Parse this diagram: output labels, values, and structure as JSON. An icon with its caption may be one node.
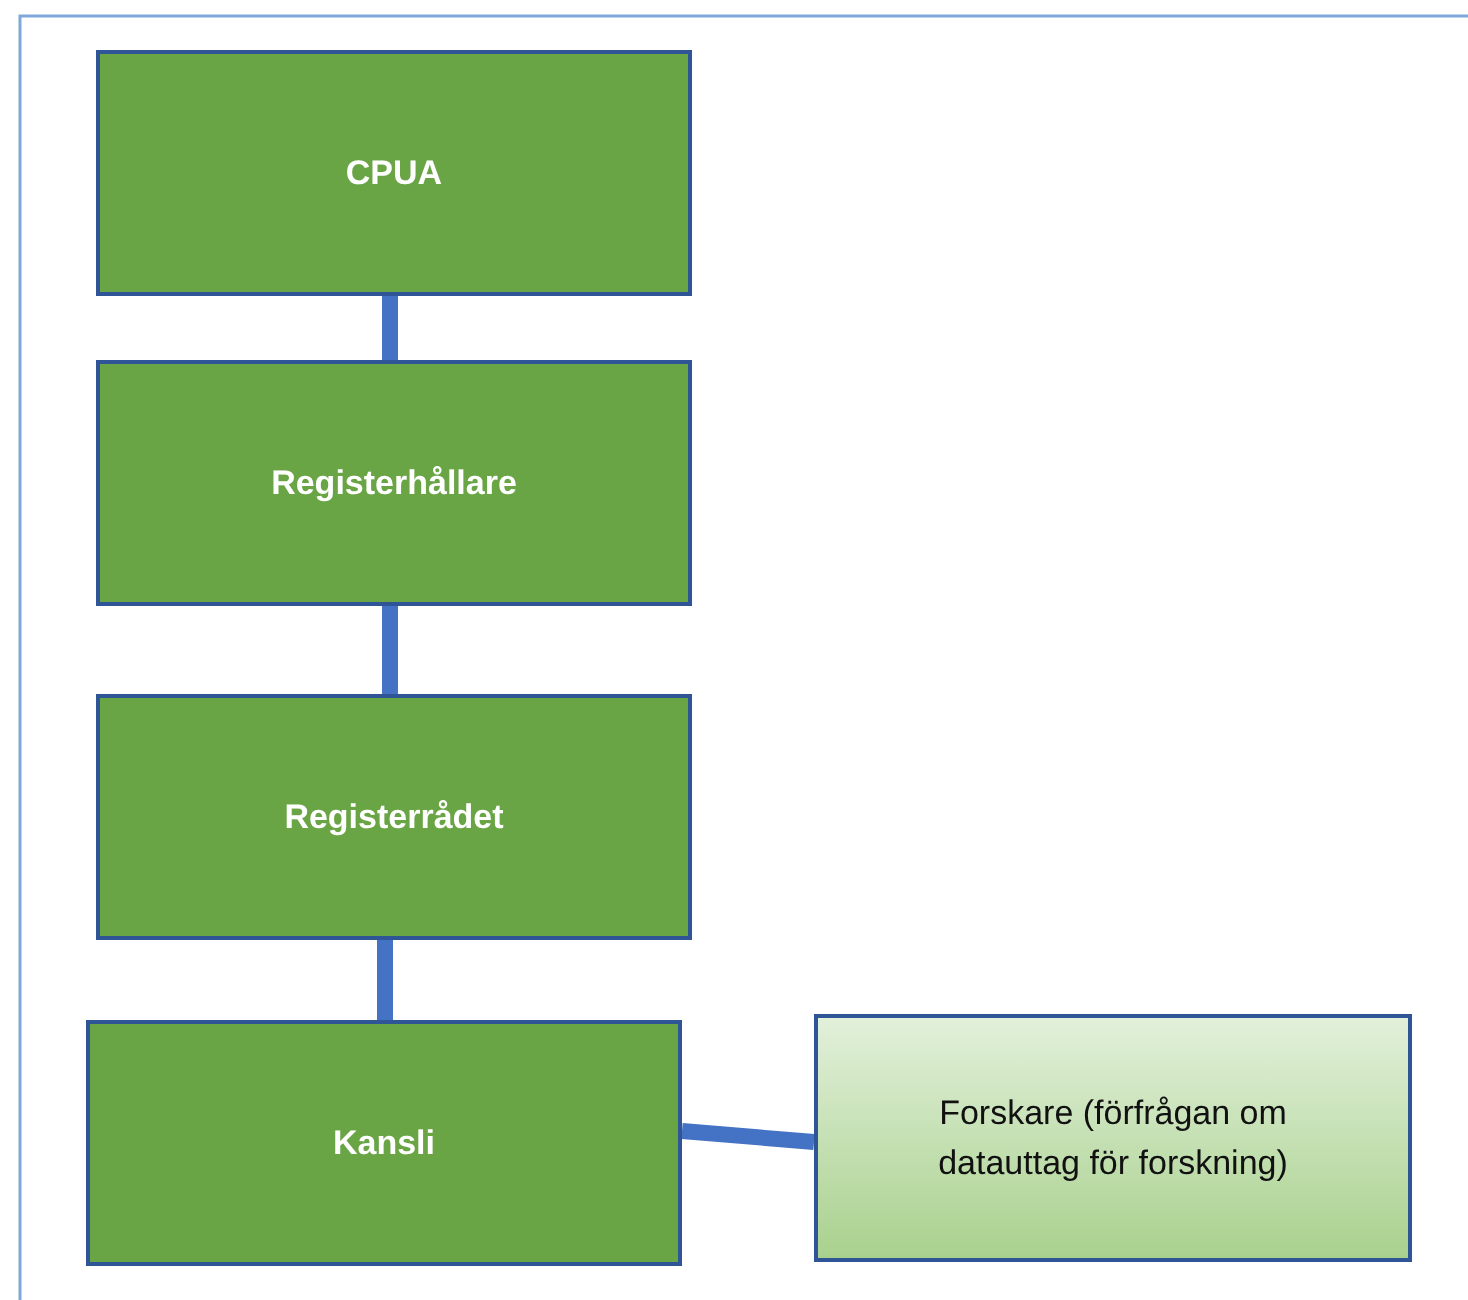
{
  "diagram": {
    "nodes": [
      {
        "text": [
          "CPUA"
        ]
      },
      {
        "text": [
          "Registerhållare"
        ]
      },
      {
        "text": [
          "Registerrådet"
        ]
      },
      {
        "text": [
          "Kansli"
        ]
      },
      {
        "text": [
          "Forskare (förfrågan om datauttag för forskning)"
        ]
      }
    ],
    "edges": [
      {
        "from": 0,
        "to": 1,
        "arrow": "none"
      },
      {
        "from": 1,
        "to": 2,
        "arrow": "none"
      },
      {
        "from": 2,
        "to": 3,
        "arrow": "none"
      },
      {
        "from": 3,
        "to": 4,
        "arrow": "none"
      }
    ]
  }
}
